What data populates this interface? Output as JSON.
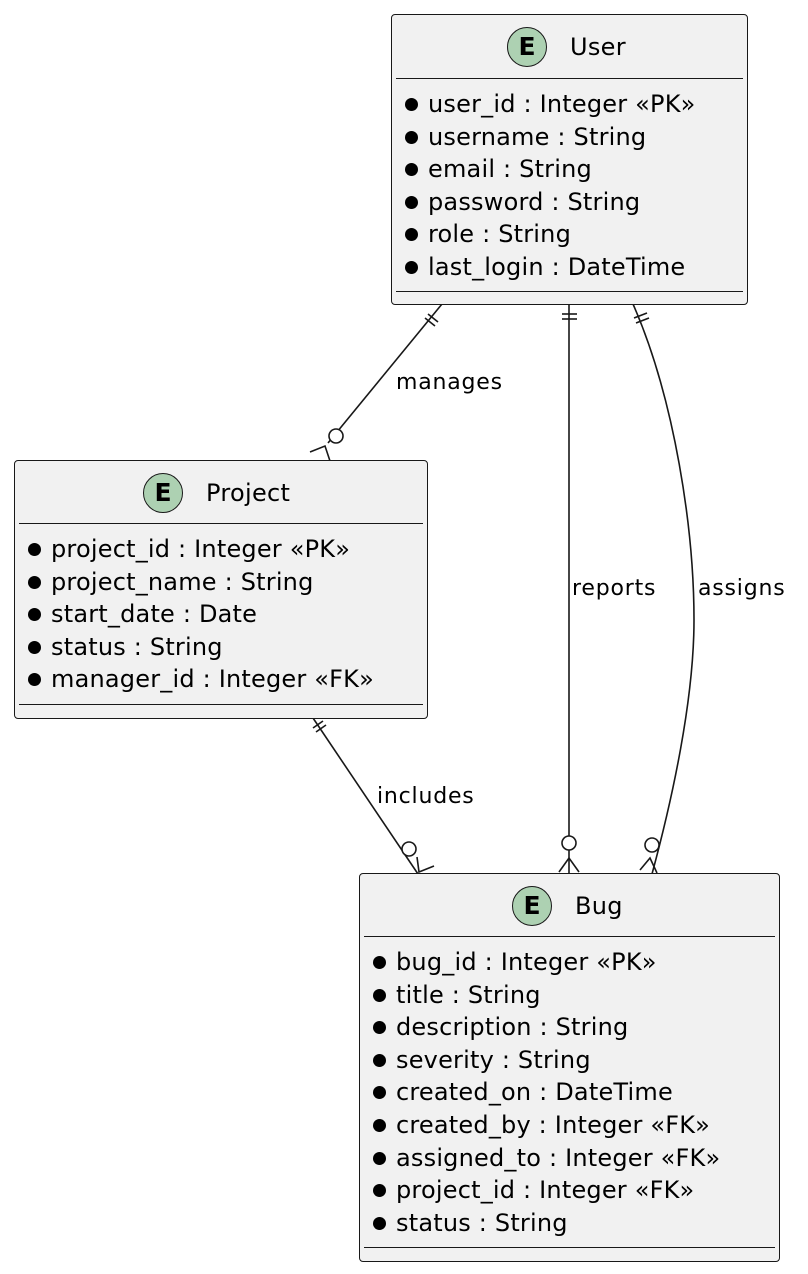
{
  "entities": {
    "user": {
      "badge": "E",
      "name": "User",
      "attributes": [
        "user_id : Integer «PK»",
        "username : String",
        "email : String",
        "password : String",
        "role : String",
        "last_login : DateTime"
      ]
    },
    "project": {
      "badge": "E",
      "name": "Project",
      "attributes": [
        "project_id : Integer «PK»",
        "project_name : String",
        "start_date : Date",
        "status : String",
        "manager_id : Integer «FK»"
      ]
    },
    "bug": {
      "badge": "E",
      "name": "Bug",
      "attributes": [
        "bug_id : Integer «PK»",
        "title : String",
        "description : String",
        "severity : String",
        "created_on : DateTime",
        "created_by : Integer «FK»",
        "assigned_to : Integer «FK»",
        "project_id : Integer «FK»",
        "status : String"
      ]
    }
  },
  "relationships": [
    {
      "from": "User",
      "to": "Project",
      "label": "manages",
      "from_cardinality": "exactly-one",
      "to_cardinality": "zero-or-many"
    },
    {
      "from": "User",
      "to": "Bug",
      "label": "reports",
      "from_cardinality": "exactly-one",
      "to_cardinality": "zero-or-many"
    },
    {
      "from": "User",
      "to": "Bug",
      "label": "assigns",
      "from_cardinality": "exactly-one",
      "to_cardinality": "zero-or-many"
    },
    {
      "from": "Project",
      "to": "Bug",
      "label": "includes",
      "from_cardinality": "exactly-one",
      "to_cardinality": "zero-or-many"
    }
  ],
  "colors": {
    "entity_fill": "#f1f1f1",
    "badge_fill": "#add1b2",
    "border": "#181818"
  }
}
